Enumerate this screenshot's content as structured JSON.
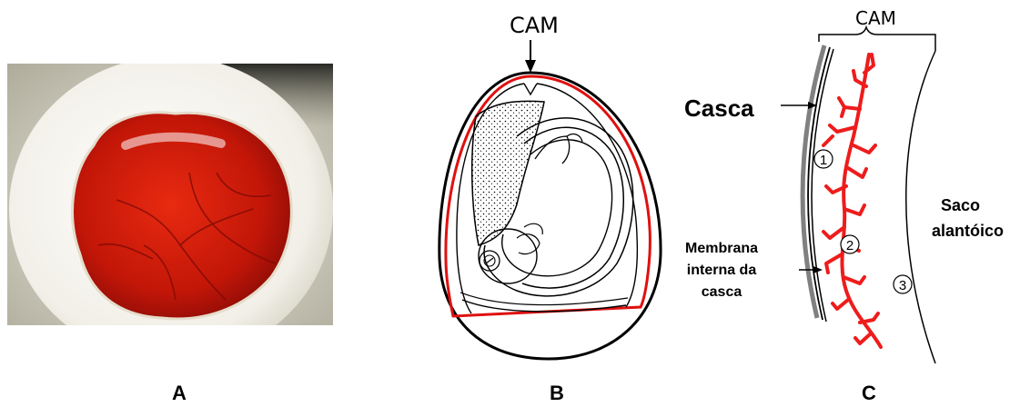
{
  "panels": {
    "a": {
      "caption": "A"
    },
    "b": {
      "caption": "B",
      "label_cam": "CAM"
    },
    "c": {
      "caption": "C",
      "label_cam": "CAM",
      "label_casca": "Casca",
      "label_membrana": [
        "Membrana",
        "interna da",
        "casca"
      ],
      "label_saco": [
        "Saco",
        "alantóico"
      ],
      "markers": [
        "1",
        "2",
        "3"
      ]
    }
  },
  "colors": {
    "cam_red": "#e01010",
    "vessel_red": "#ee1c1c",
    "shell_gray": "#808080",
    "outline": "#000000"
  }
}
